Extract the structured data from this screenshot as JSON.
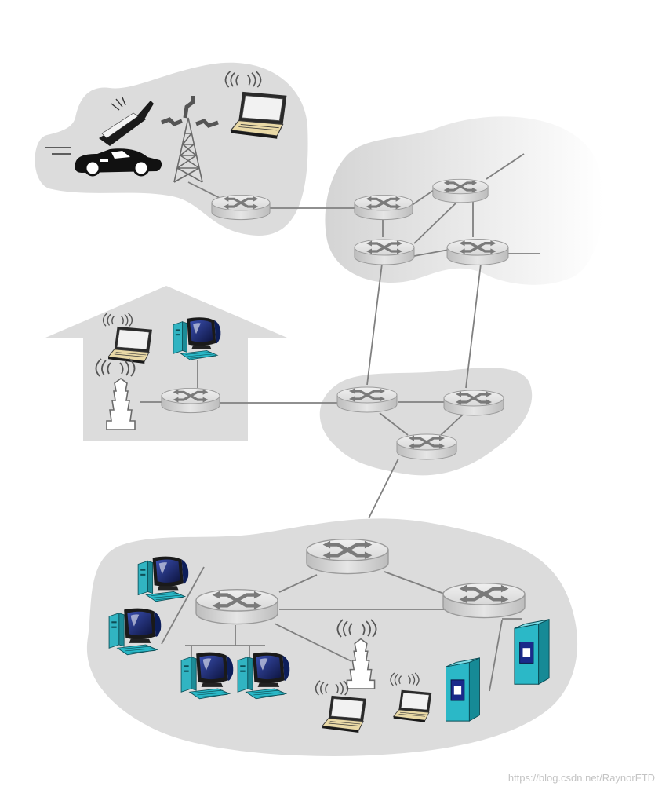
{
  "diagram": {
    "nodes": [
      {
        "id": "r-mobile",
        "type": "router"
      },
      {
        "id": "r-core-a",
        "type": "router"
      },
      {
        "id": "r-core-b",
        "type": "router"
      },
      {
        "id": "r-core-c",
        "type": "router"
      },
      {
        "id": "r-core-d",
        "type": "router"
      },
      {
        "id": "r-home",
        "type": "router"
      },
      {
        "id": "r-regional-a",
        "type": "router"
      },
      {
        "id": "r-regional-b",
        "type": "router"
      },
      {
        "id": "r-regional-c",
        "type": "router"
      },
      {
        "id": "r-institutional-a",
        "type": "router"
      },
      {
        "id": "r-institutional-b",
        "type": "router"
      },
      {
        "id": "r-institutional-c",
        "type": "router"
      }
    ],
    "links": [
      [
        "r-mobile",
        "r-core-a"
      ],
      [
        "r-core-a",
        "r-core-b"
      ],
      [
        "r-core-a",
        "r-core-c"
      ],
      [
        "r-core-b",
        "r-core-d"
      ],
      [
        "r-core-b",
        "r-core-c"
      ],
      [
        "r-core-c",
        "r-core-d"
      ],
      [
        "r-core-c",
        "r-regional-a"
      ],
      [
        "r-core-d",
        "r-regional-b"
      ],
      [
        "r-home",
        "r-regional-a"
      ],
      [
        "r-regional-a",
        "r-regional-b"
      ],
      [
        "r-regional-a",
        "r-regional-c"
      ],
      [
        "r-regional-b",
        "r-regional-c"
      ],
      [
        "r-regional-c",
        "r-institutional-a"
      ],
      [
        "r-institutional-a",
        "r-institutional-b"
      ],
      [
        "r-institutional-a",
        "r-institutional-c"
      ],
      [
        "r-institutional-b",
        "r-institutional-c"
      ]
    ],
    "icons": [
      "router-icon",
      "cell-phone-icon",
      "car-icon",
      "cell-tower-icon",
      "laptop-icon",
      "desktop-pc-icon",
      "wireless-base-station-icon",
      "server-icon",
      "house-icon"
    ],
    "colors": {
      "region_fill": "#dcdcdc",
      "router_fill": "#e4e4e4",
      "router_symbol": "#7a7a7a",
      "link": "#808080",
      "monitor_screen": "#1e2a6e",
      "server": "#29b7c6"
    }
  },
  "watermark": "https://blog.csdn.net/RaynorFTD"
}
